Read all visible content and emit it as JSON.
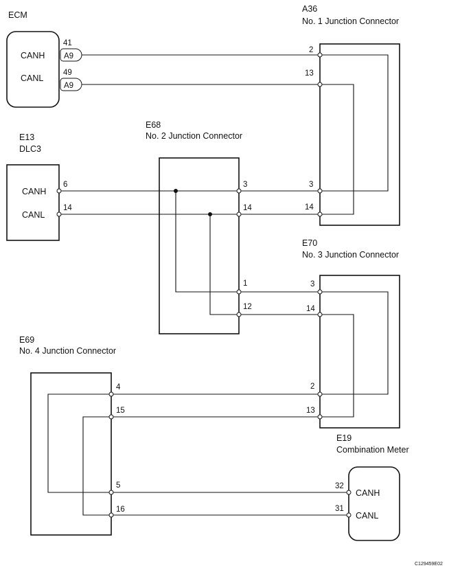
{
  "ecm": {
    "title": "ECM",
    "canh": "CANH",
    "canl": "CANL",
    "pin_canh": "41",
    "pin_canl": "49",
    "conn_canh": "A9",
    "conn_canl": "A9"
  },
  "a36": {
    "code": "A36",
    "name": "No. 1 Junction Connector",
    "pins": [
      "2",
      "13",
      "3",
      "14"
    ]
  },
  "e13": {
    "code": "E13",
    "name": "DLC3",
    "canh": "CANH",
    "canl": "CANL",
    "pin_canh": "6",
    "pin_canl": "14"
  },
  "e68": {
    "code": "E68",
    "name": "No. 2 Junction Connector",
    "pins": [
      "3",
      "14",
      "1",
      "12"
    ]
  },
  "e70": {
    "code": "E70",
    "name": "No. 3 Junction Connector",
    "pins": [
      "3",
      "14",
      "2",
      "13"
    ]
  },
  "e69": {
    "code": "E69",
    "name": "No. 4 Junction Connector",
    "pins": [
      "4",
      "15",
      "5",
      "16"
    ]
  },
  "e19": {
    "code": "E19",
    "name": "Combination Meter",
    "canh": "CANH",
    "canl": "CANL",
    "pin_canh": "32",
    "pin_canl": "31"
  },
  "figure_ref": "C129459E02"
}
